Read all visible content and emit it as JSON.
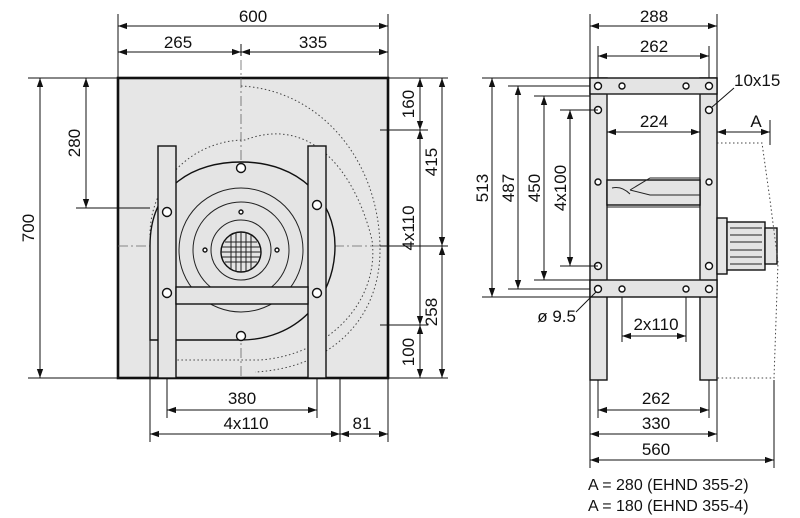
{
  "front_view": {
    "width_total": "600",
    "width_left": "265",
    "width_right": "335",
    "height_total": "700",
    "dim_280": "280",
    "dim_160": "160",
    "dim_415": "415",
    "dim_4x110_vertical": "4x110",
    "dim_258": "258",
    "dim_100": "100",
    "base_380": "380",
    "base_4x110": "4x110",
    "base_81": "81"
  },
  "side_view": {
    "width_288": "288",
    "width_262": "262",
    "hole_10x15": "10x15",
    "offset_A": "A",
    "inlet_224": "224",
    "height_513": "513",
    "height_487": "487",
    "height_450": "450",
    "height_4x100": "4x100",
    "hole_d95": "ø 9.5",
    "foot_2x110": "2x110",
    "base_262": "262",
    "base_330": "330",
    "base_560": "560"
  },
  "notes": {
    "line1": "A = 280 (EHND 355-2)",
    "line2": "A = 180 (EHND 355-4)"
  }
}
